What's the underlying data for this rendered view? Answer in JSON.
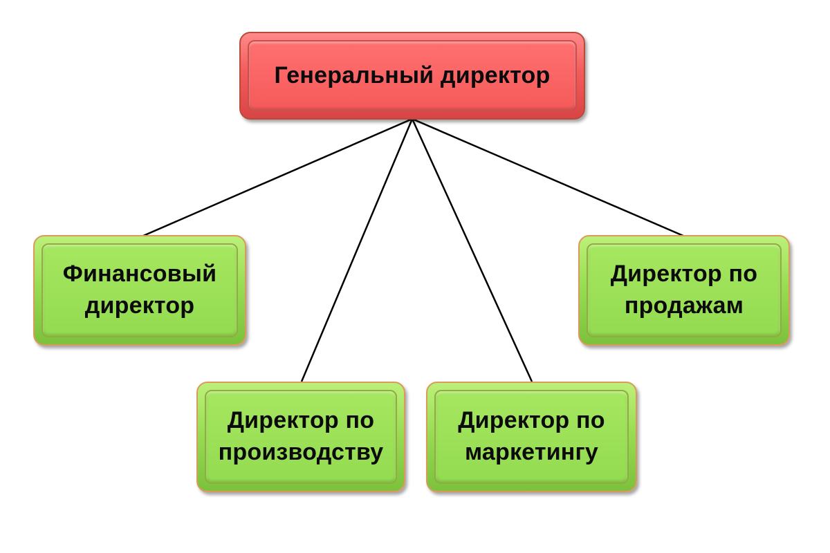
{
  "chart": {
    "root": {
      "label": "Генеральный директор",
      "color": "#f65a5a"
    },
    "children": [
      {
        "id": "finance",
        "label": "Финансовый директор",
        "color": "#93db50"
      },
      {
        "id": "production",
        "label": "Директор по производству",
        "color": "#93db50"
      },
      {
        "id": "marketing",
        "label": "Директор по маркетингу",
        "color": "#93db50"
      },
      {
        "id": "sales",
        "label": "Директор по продажам",
        "color": "#93db50"
      }
    ],
    "connector_color": "#000000"
  }
}
